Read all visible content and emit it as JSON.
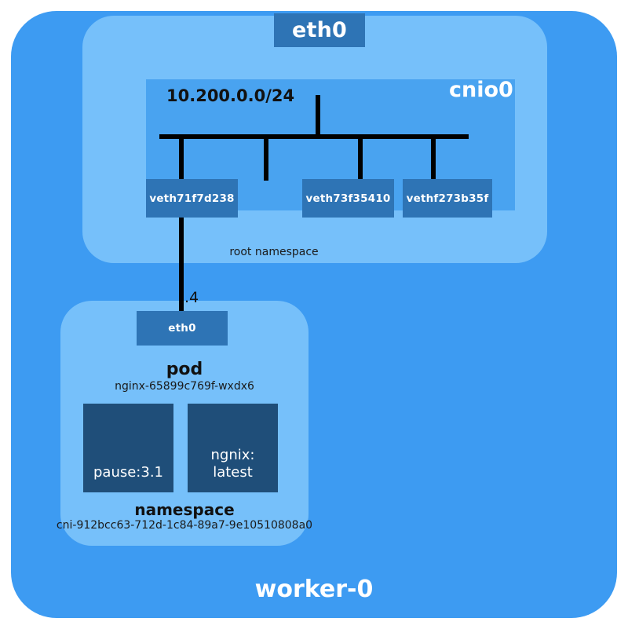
{
  "node": {
    "name": "worker-0"
  },
  "uplink": {
    "interface_label": "eth0"
  },
  "root_namespace": {
    "label": "root namespace"
  },
  "bridge": {
    "name": "cnio0",
    "cidr": "10.200.0.0/24",
    "veth_interfaces": [
      {
        "label": "veth71f7d238"
      },
      {
        "label": "veth73f35410"
      },
      {
        "label": "vethf273b35f"
      }
    ]
  },
  "pod": {
    "title": "pod",
    "name": "nginx-65899c769f-wxdx6",
    "interface_label": "eth0",
    "ip_suffix": ".4",
    "namespace_title": "namespace",
    "namespace_id": "cni-912bcc63-712d-1c84-89a7-9e10510808a0",
    "containers": [
      {
        "label": "pause:3.1"
      },
      {
        "label": "ngnix:\nlatest"
      }
    ]
  },
  "colors": {
    "node_panel": "#3d9bf2",
    "namespace_panel": "#76c0fa",
    "bridge_panel": "#49a3f0",
    "interface_box": "#2e74b5",
    "container_box": "#1f4e79",
    "wire": "#000000",
    "text_light": "#ffffff",
    "text_dark": "#111111"
  }
}
